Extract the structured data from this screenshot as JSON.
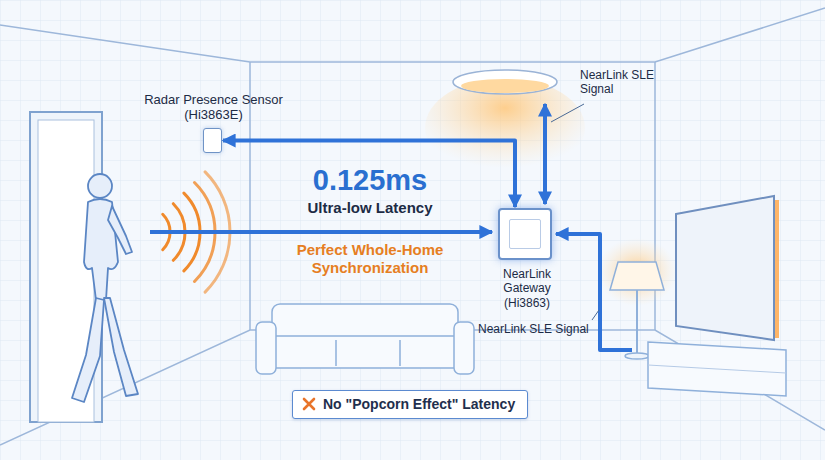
{
  "diagram": {
    "nodes": [
      {
        "text": [
          "Radar Presence Sensor (Hi3863E)"
        ]
      },
      {
        "text": [
          "NearLink Gateway (Hi3863)"
        ]
      },
      {
        "text": [
          "No \"Popcorn Effect\" Latency"
        ]
      }
    ],
    "edges": [
      {
        "from": 0,
        "to": 1,
        "arrow": "both"
      }
    ],
    "labels": [
      "NearLink SLE Signal",
      "0.125ms",
      "Ultra-low Latency",
      "Perfect Whole-Home Synchronization",
      "NearLink SLE Signal"
    ]
  }
}
